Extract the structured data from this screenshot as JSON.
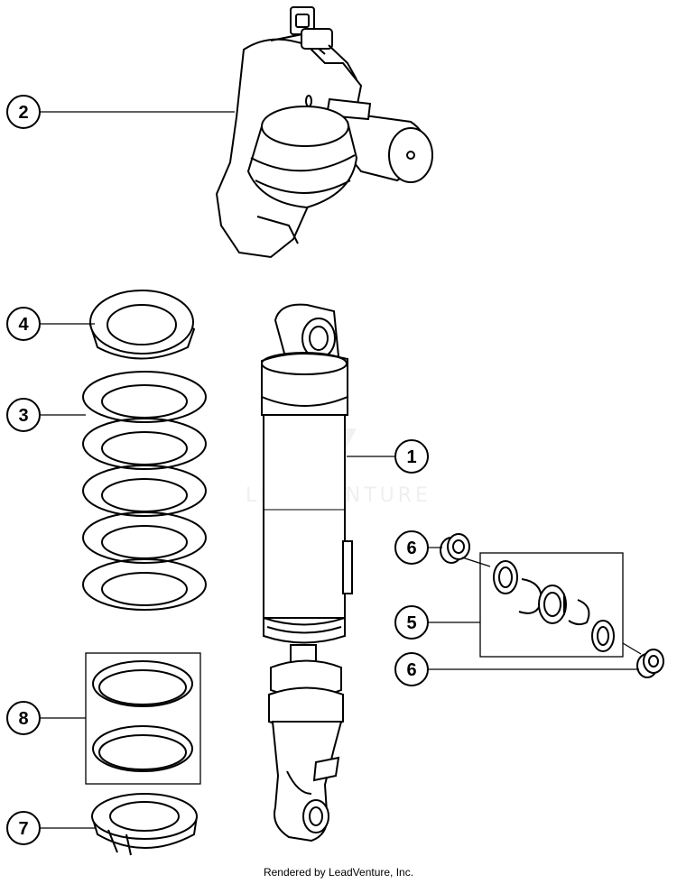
{
  "callouts": [
    "1",
    "2",
    "3",
    "4",
    "5",
    "6",
    "6",
    "7",
    "8"
  ],
  "watermark": "LEADVENTURE",
  "credit": "Rendered by LeadVenture, Inc."
}
